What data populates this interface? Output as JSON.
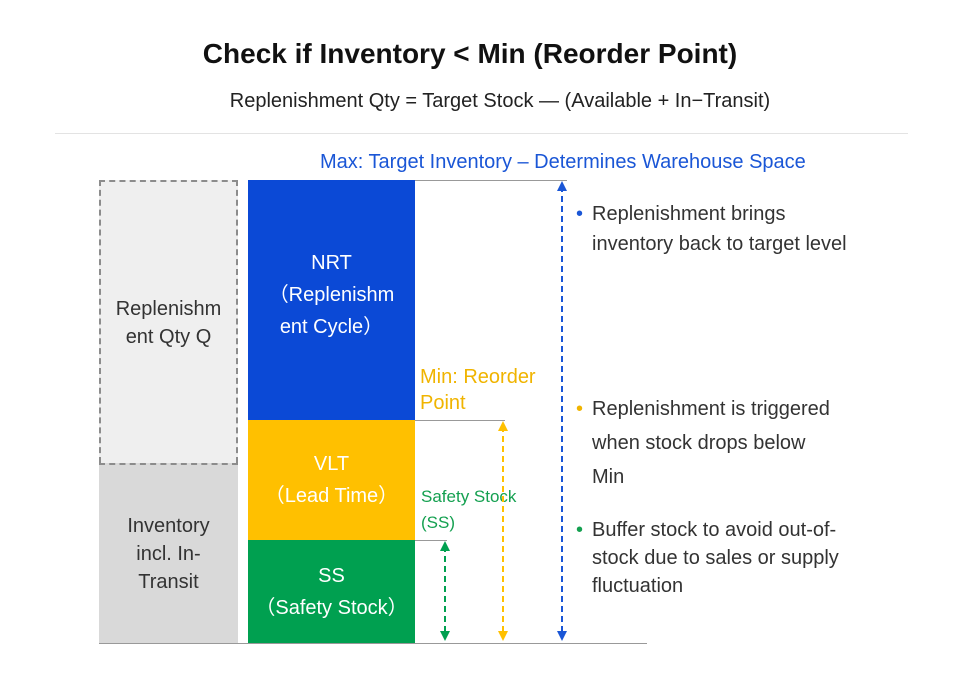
{
  "title": "Check if Inventory < Min (Reorder Point)",
  "subtitle": "Replenishment Qty = Target Stock — (Available + In−Transit)",
  "max_label": "Max: Target Inventory – Determines Warehouse Space",
  "min_label": "Min: Reorder\nPoint",
  "ss_label": "Safety Stock\n(SS)",
  "blocks": {
    "nrt": {
      "line1": "NRT",
      "line2": "（Replenishm",
      "line3": "ent Cycle）",
      "color": "#0b49d6"
    },
    "vlt": {
      "line1": "VLT",
      "line2": "（Lead Time）",
      "color": "#ffc000"
    },
    "ss": {
      "line1": "SS",
      "line2": "（Safety Stock）",
      "color": "#00a050"
    }
  },
  "bars": {
    "replenishment": {
      "line1": "Replenishm",
      "line2": "ent Qty Q"
    },
    "inventory": {
      "line1": "Inventory",
      "line2": "incl. In-",
      "line3": "Transit"
    }
  },
  "notes": [
    {
      "line1": "Replenishment brings",
      "line2": "inventory back to target level",
      "color": "#1a56d6"
    },
    {
      "line1": "Replenishment is triggered",
      "line2": "when stock drops below",
      "line3": "Min",
      "color": "#f0b400"
    },
    {
      "line1": "Buffer stock to avoid out-of-",
      "line2": "stock due to sales or supply",
      "line3": "fluctuation",
      "color": "#14a050"
    }
  ],
  "colors": {
    "blue": "#1a56d6",
    "yellow": "#ffc000",
    "green": "#00a050",
    "gray": "#999999"
  }
}
